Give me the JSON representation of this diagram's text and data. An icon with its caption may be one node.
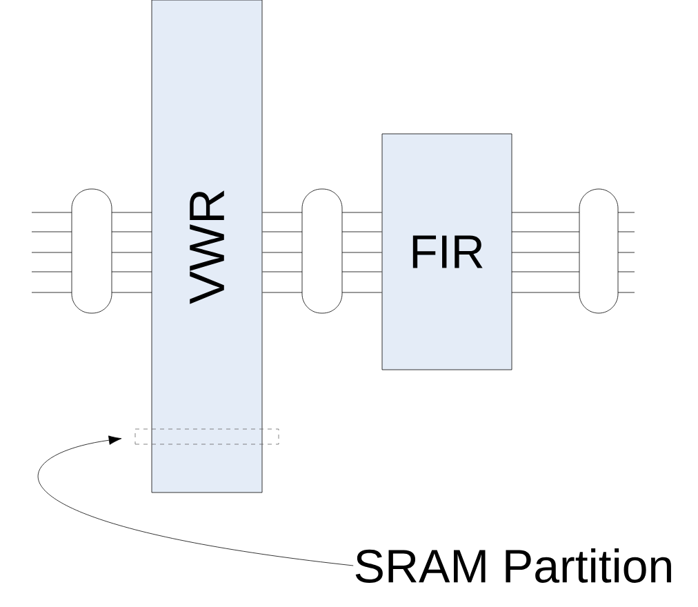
{
  "diagram": {
    "nodes": [
      {
        "text": [
          "VWR"
        ]
      },
      {
        "text": [
          "FIR"
        ]
      },
      {
        "text": [],
        "shape": "box"
      },
      {
        "text": [
          "SRAM Partition"
        ]
      }
    ],
    "edges": [
      {
        "from": 0,
        "to": 1,
        "arrow": "none"
      },
      {
        "from": 0,
        "to": 1,
        "arrow": "none"
      },
      {
        "from": 0,
        "to": 1,
        "arrow": "none"
      },
      {
        "from": 0,
        "to": 1,
        "arrow": "none"
      },
      {
        "from": 0,
        "to": 1,
        "arrow": "none"
      },
      {
        "from": 3,
        "to": 2,
        "arrow": "to"
      }
    ]
  }
}
